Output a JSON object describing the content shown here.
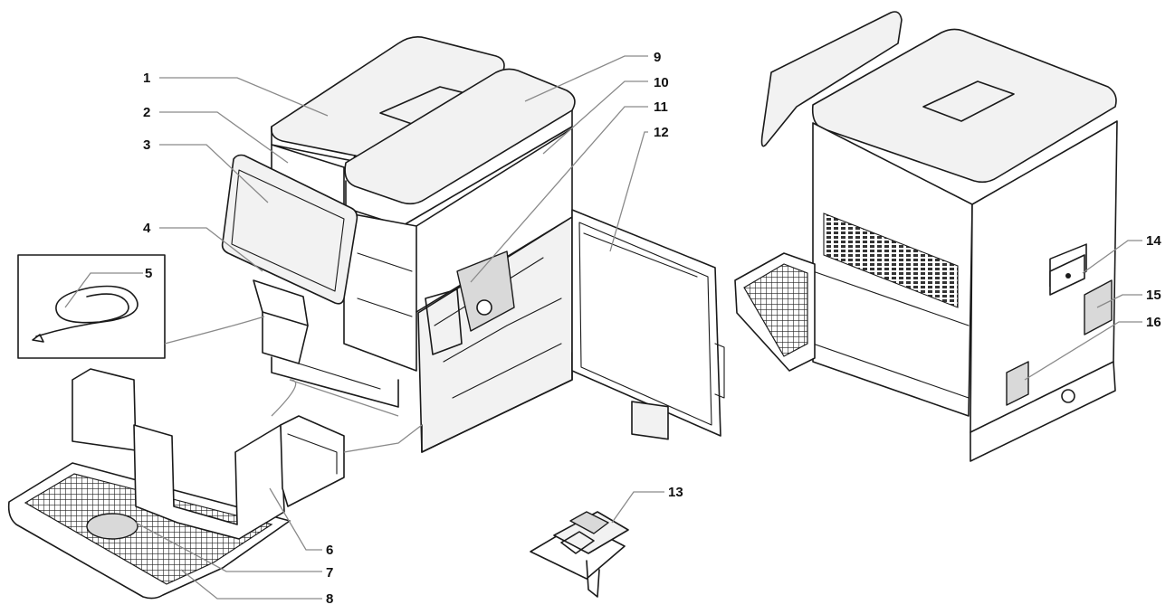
{
  "callouts": [
    {
      "id": 1,
      "label": "1"
    },
    {
      "id": 2,
      "label": "2"
    },
    {
      "id": 3,
      "label": "3"
    },
    {
      "id": 4,
      "label": "4"
    },
    {
      "id": 5,
      "label": "5"
    },
    {
      "id": 6,
      "label": "6"
    },
    {
      "id": 7,
      "label": "7"
    },
    {
      "id": 8,
      "label": "8"
    },
    {
      "id": 9,
      "label": "9"
    },
    {
      "id": 10,
      "label": "10"
    },
    {
      "id": 11,
      "label": "11"
    },
    {
      "id": 12,
      "label": "12"
    },
    {
      "id": 13,
      "label": "13"
    },
    {
      "id": 14,
      "label": "14"
    },
    {
      "id": 15,
      "label": "15"
    },
    {
      "id": 16,
      "label": "16"
    }
  ]
}
